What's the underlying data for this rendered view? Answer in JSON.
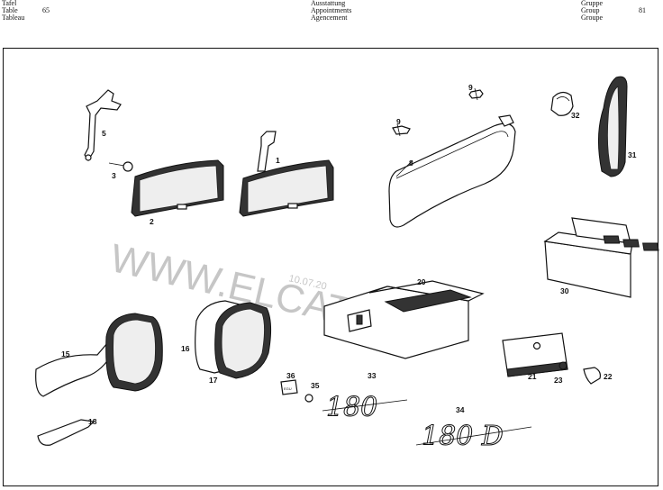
{
  "header": {
    "left": [
      "Tafel",
      "Table",
      "Tableau"
    ],
    "table_number": "65",
    "center": [
      "Ausstattung",
      "Appointments",
      "Agencement"
    ],
    "right": [
      "Gruppe",
      "Group",
      "Groupe"
    ],
    "group_number": "81"
  },
  "watermark": {
    "text": "WWW.ELCATS.RU",
    "date": "10.07.20"
  },
  "emblems": {
    "a": "180",
    "b": "180 D"
  },
  "callouts": [
    "1",
    "2",
    "3",
    "5",
    "8",
    "9",
    "9",
    "15",
    "16",
    "17",
    "18",
    "20",
    "21",
    "22",
    "23",
    "30",
    "31",
    "32",
    "33",
    "34",
    "35",
    "36"
  ],
  "part36_label": "EGU"
}
